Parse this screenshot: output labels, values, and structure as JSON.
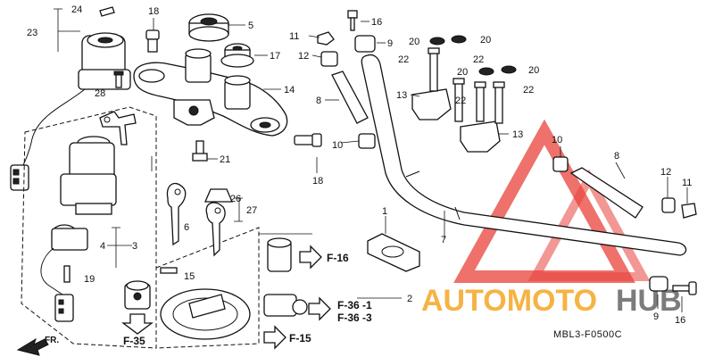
{
  "diagram_code": "MBL3-F0500C",
  "front_label": "FR.",
  "watermark": {
    "text_orange": "AUTOMOTO",
    "text_gray": "HUB",
    "color_red": "#e8423a",
    "color_orange": "#f5a623",
    "color_gray": "#666666"
  },
  "callouts": {
    "c1": "1",
    "c2": "2",
    "c3": "3",
    "c4": "4",
    "c5": "5",
    "c6": "6",
    "c7": "7",
    "c8a": "8",
    "c8b": "8",
    "c9a": "9",
    "c9b": "9",
    "c10a": "10",
    "c10b": "10",
    "c11a": "11",
    "c11b": "11",
    "c12a": "12",
    "c12b": "12",
    "c13a": "13",
    "c13b": "13",
    "c14": "14",
    "c15": "15",
    "c16a": "16",
    "c16b": "16",
    "c17": "17",
    "c18a": "18",
    "c18b": "18",
    "c19": "19",
    "c20a": "20",
    "c20b": "20",
    "c20c": "20",
    "c20d": "20",
    "c21": "21",
    "c22a": "22",
    "c22b": "22",
    "c22c": "22",
    "c22d": "22",
    "c23": "23",
    "c24": "24",
    "c26": "26",
    "c27": "27",
    "c28": "28"
  },
  "references": {
    "f16": "F-16",
    "f36_1": "F-36 -1",
    "f36_3": "F-36 -3",
    "f15": "F-15",
    "f35": "F-35"
  }
}
